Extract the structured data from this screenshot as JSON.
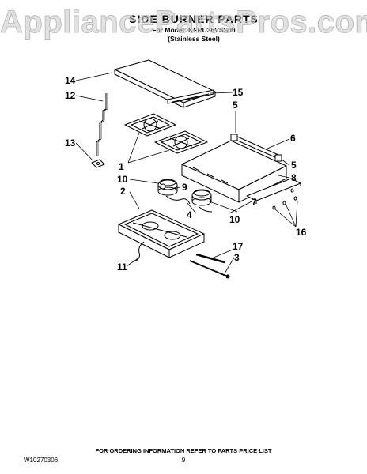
{
  "watermark": "AppliancePartsPros.com",
  "header": {
    "title": "SIDE BURNER PARTS",
    "model_line": "For Model: KFRU36VSS00",
    "finish_line": "(Stainless Steel)"
  },
  "callouts": {
    "c1": "1",
    "c2": "2",
    "c3": "3",
    "c4": "4",
    "c5a": "5",
    "c5b": "5",
    "c6": "6",
    "c7": "7",
    "c8": "8",
    "c9": "9",
    "c10a": "10",
    "c10b": "10",
    "c11": "11",
    "c12": "12",
    "c13": "13",
    "c14": "14",
    "c15": "15",
    "c16": "16",
    "c17": "17"
  },
  "footer": {
    "ordering_note": "FOR ORDERING INFORMATION REFER TO PARTS PRICE LIST",
    "doc_number": "W10270306",
    "page_number": "9"
  }
}
